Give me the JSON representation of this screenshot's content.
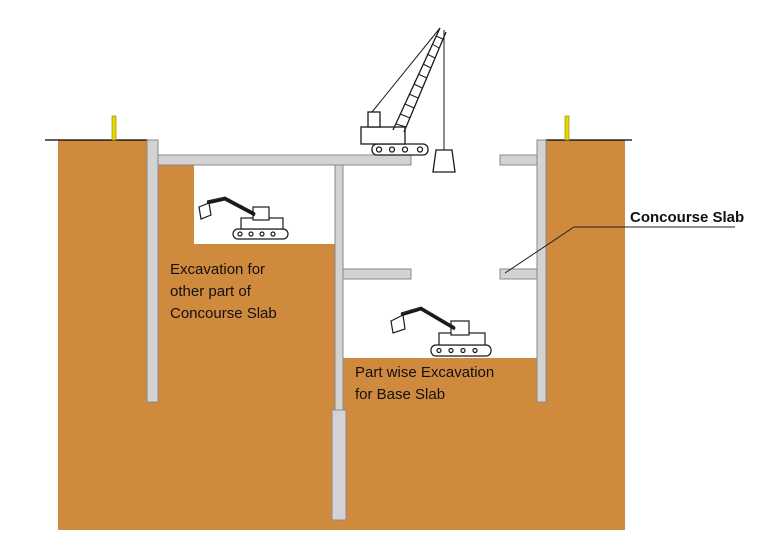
{
  "labels": {
    "concourse_slab": "Concourse Slab",
    "excavation_other_line1": "Excavation for",
    "excavation_other_line2": "other part of",
    "excavation_other_line3": "Concourse Slab",
    "base_excavation_line1": "Part wise Excavation",
    "base_excavation_line2": "for Base Slab"
  },
  "colors": {
    "soil": "#d08a3e",
    "concrete": "#d3d3d3",
    "concrete_edge": "#8a8a8a",
    "ground_line": "#000000",
    "marker_post": "#e6d800",
    "machine_line": "#1a1a1a"
  }
}
